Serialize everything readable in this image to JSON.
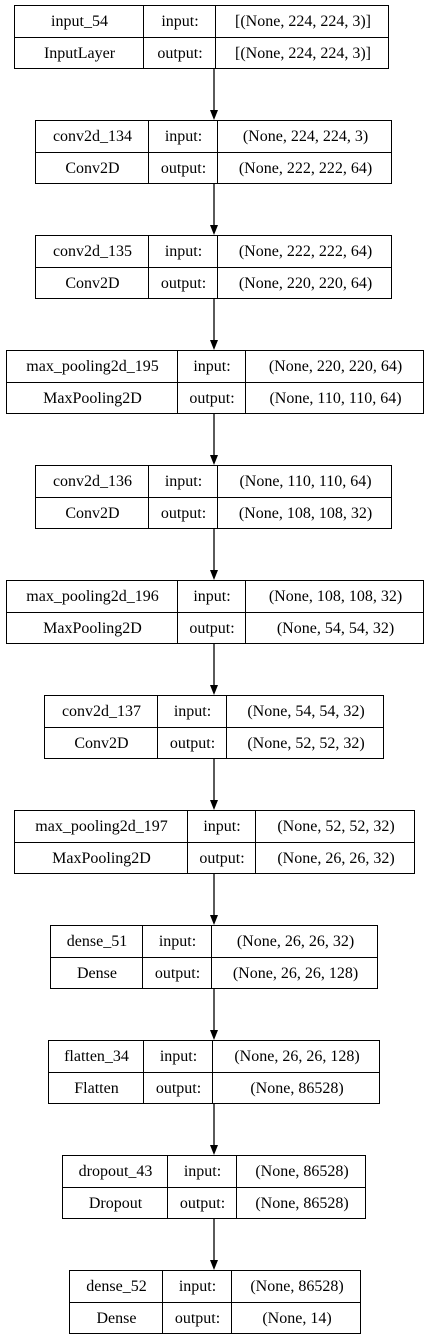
{
  "layers": [
    {
      "name": "input_54",
      "type": "InputLayer",
      "in_label": "input:",
      "out_label": "output:",
      "input": "[(None, 224, 224, 3)]",
      "output": "[(None, 224, 224, 3)]"
    },
    {
      "name": "conv2d_134",
      "type": "Conv2D",
      "in_label": "input:",
      "out_label": "output:",
      "input": "(None, 224, 224, 3)",
      "output": "(None, 222, 222, 64)"
    },
    {
      "name": "conv2d_135",
      "type": "Conv2D",
      "in_label": "input:",
      "out_label": "output:",
      "input": "(None, 222, 222, 64)",
      "output": "(None, 220, 220, 64)"
    },
    {
      "name": "max_pooling2d_195",
      "type": "MaxPooling2D",
      "in_label": "input:",
      "out_label": "output:",
      "input": "(None, 220, 220, 64)",
      "output": "(None, 110, 110, 64)"
    },
    {
      "name": "conv2d_136",
      "type": "Conv2D",
      "in_label": "input:",
      "out_label": "output:",
      "input": "(None, 110, 110, 64)",
      "output": "(None, 108, 108, 32)"
    },
    {
      "name": "max_pooling2d_196",
      "type": "MaxPooling2D",
      "in_label": "input:",
      "out_label": "output:",
      "input": "(None, 108, 108, 32)",
      "output": "(None, 54, 54, 32)"
    },
    {
      "name": "conv2d_137",
      "type": "Conv2D",
      "in_label": "input:",
      "out_label": "output:",
      "input": "(None, 54, 54, 32)",
      "output": "(None, 52, 52, 32)"
    },
    {
      "name": "max_pooling2d_197",
      "type": "MaxPooling2D",
      "in_label": "input:",
      "out_label": "output:",
      "input": "(None, 52, 52, 32)",
      "output": "(None, 26, 26, 32)"
    },
    {
      "name": "dense_51",
      "type": "Dense",
      "in_label": "input:",
      "out_label": "output:",
      "input": "(None, 26, 26, 32)",
      "output": "(None, 26, 26, 128)"
    },
    {
      "name": "flatten_34",
      "type": "Flatten",
      "in_label": "input:",
      "out_label": "output:",
      "input": "(None, 26, 26, 128)",
      "output": "(None, 86528)"
    },
    {
      "name": "dropout_43",
      "type": "Dropout",
      "in_label": "input:",
      "out_label": "output:",
      "input": "(None, 86528)",
      "output": "(None, 86528)"
    },
    {
      "name": "dense_52",
      "type": "Dense",
      "in_label": "input:",
      "out_label": "output:",
      "input": "(None, 86528)",
      "output": "(None, 14)"
    }
  ]
}
